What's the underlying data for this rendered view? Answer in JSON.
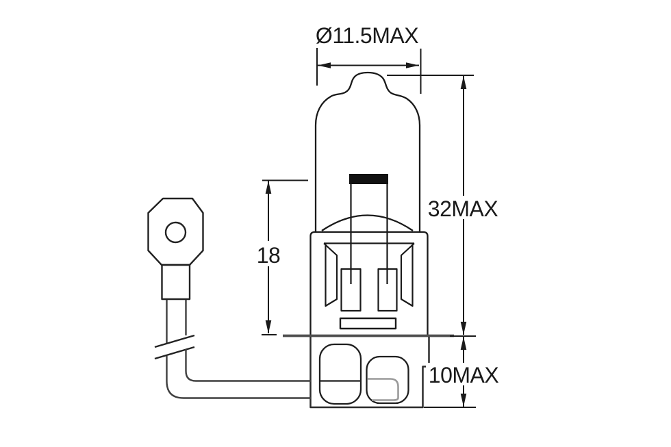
{
  "labels": {
    "diameter": "Ø11.5MAX",
    "overall_length": "32MAX",
    "light_center_length": "18",
    "base_length": "10MAX"
  },
  "colors": {
    "background": "#ffffff",
    "line": "#1a1a1a",
    "secondary_line": "#4f4f4f",
    "light_line": "#9a9a9a"
  }
}
